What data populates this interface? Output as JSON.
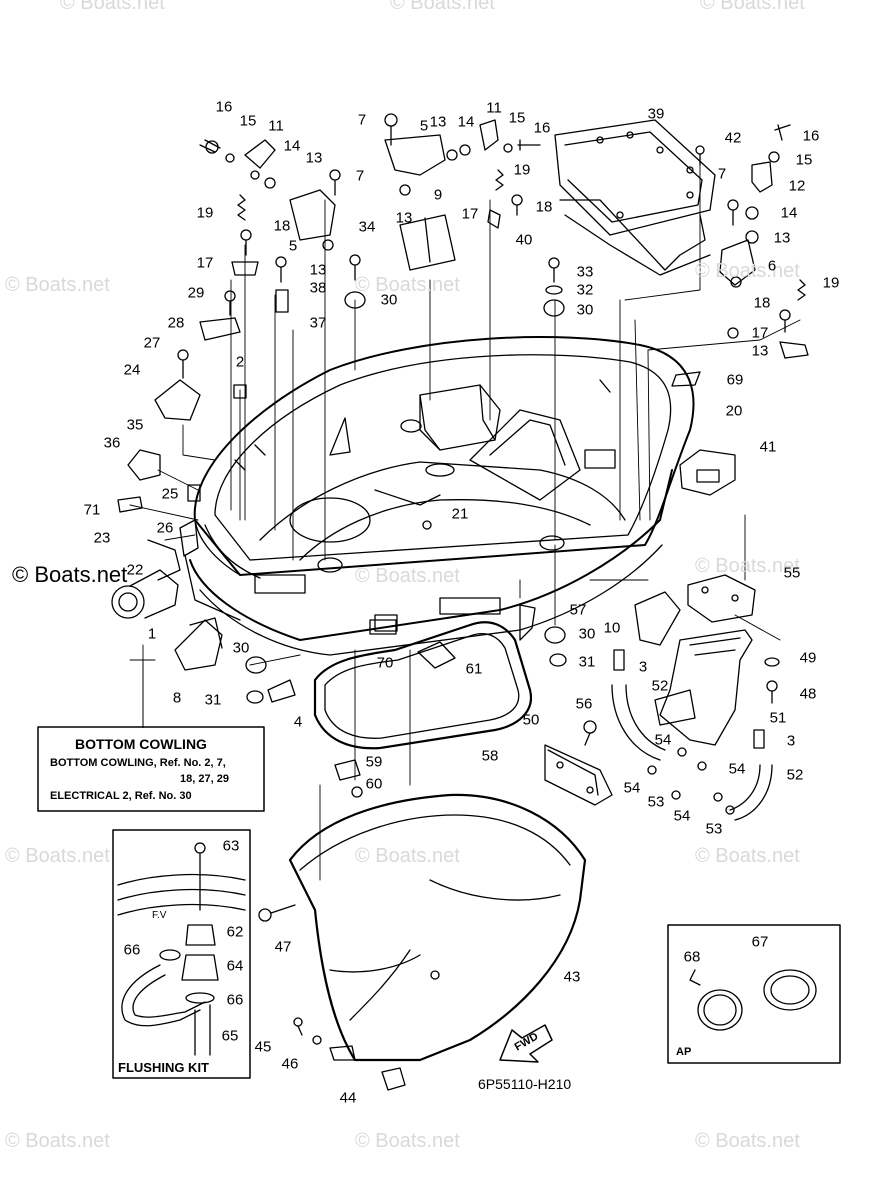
{
  "watermark": {
    "text": "© Boats.net"
  },
  "watermark_main": {
    "text": "© Boats.net"
  },
  "info_box": {
    "title": "BOTTOM COWLING",
    "line1": "BOTTOM COWLING,  Ref. No. 2, 7,",
    "line2": "18, 27, 29",
    "line3": "ELECTRICAL 2,  Ref. No. 30"
  },
  "flushing_kit": {
    "title": "FLUSHING KIT"
  },
  "ap_box": {
    "label": "AP"
  },
  "fwd_arrow": {
    "label": "FWD"
  },
  "drawing_code": "6P55110-H210",
  "callouts": [
    "16",
    "15",
    "11",
    "14",
    "13",
    "7",
    "19",
    "18",
    "5",
    "13",
    "17",
    "38",
    "29",
    "37",
    "28",
    "27",
    "2",
    "24",
    "35",
    "36",
    "71",
    "25",
    "26",
    "23",
    "22",
    "1",
    "7",
    "5",
    "13",
    "14",
    "11",
    "15",
    "16",
    "9",
    "19",
    "13",
    "17",
    "18",
    "40",
    "34",
    "30",
    "33",
    "32",
    "30",
    "39",
    "42",
    "16",
    "15",
    "7",
    "12",
    "14",
    "13",
    "6",
    "19",
    "18",
    "17",
    "13",
    "69",
    "20",
    "41",
    "21",
    "55",
    "10",
    "57",
    "30",
    "3",
    "31",
    "49",
    "48",
    "52",
    "51",
    "56",
    "50",
    "54",
    "3",
    "54",
    "54",
    "53",
    "53",
    "54",
    "52",
    "30",
    "31",
    "8",
    "4",
    "70",
    "61",
    "58",
    "59",
    "60",
    "63",
    "62",
    "66",
    "64",
    "66",
    "65",
    "47",
    "43",
    "45",
    "46",
    "44",
    "68",
    "67"
  ]
}
